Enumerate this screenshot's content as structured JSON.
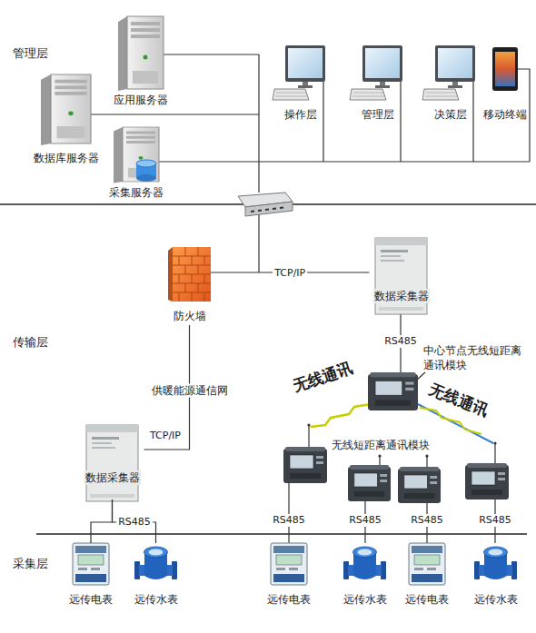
{
  "diagram": {
    "nodes": [
      {
        "text": [
          "应用服务器"
        ]
      },
      {
        "text": [
          "数据库服务器"
        ]
      },
      {
        "text": [
          "采集服务器"
        ]
      },
      {
        "text": [
          "操作层"
        ]
      },
      {
        "text": [
          "管理层"
        ]
      },
      {
        "text": [
          "决策层"
        ]
      },
      {
        "text": [
          "移动终端"
        ]
      },
      {
        "text": [
          "防火墙"
        ]
      },
      {
        "text": [
          "数据采集器"
        ]
      },
      {
        "text": [
          "数据采集器"
        ]
      },
      {
        "text": [
          "远传电表"
        ]
      },
      {
        "text": [
          "远传水表"
        ]
      },
      {
        "text": [
          "远传电表"
        ]
      },
      {
        "text": [
          "远传水表"
        ]
      },
      {
        "text": [
          "远传电表"
        ]
      },
      {
        "text": [
          "远传水表"
        ]
      }
    ],
    "edges": [
      {
        "from": 7,
        "to": 8,
        "arrow": "none",
        "label": "TCP/IP"
      },
      {
        "from": 7,
        "to": 9,
        "arrow": "none",
        "label": "供暖能源通信网"
      },
      {
        "from": 9,
        "to": 10,
        "arrow": "none"
      },
      {
        "from": 9,
        "to": 11,
        "arrow": "none"
      }
    ],
    "labels": [
      "管理层",
      "传输层",
      "采集层",
      "TCP/IP",
      "RS485",
      "中心节点无线短距离通讯模块",
      "无线通讯",
      "无线通讯",
      "无线短距离通讯模块",
      "RS485",
      "RS485",
      "RS485",
      "RS485",
      "RS485"
    ]
  }
}
